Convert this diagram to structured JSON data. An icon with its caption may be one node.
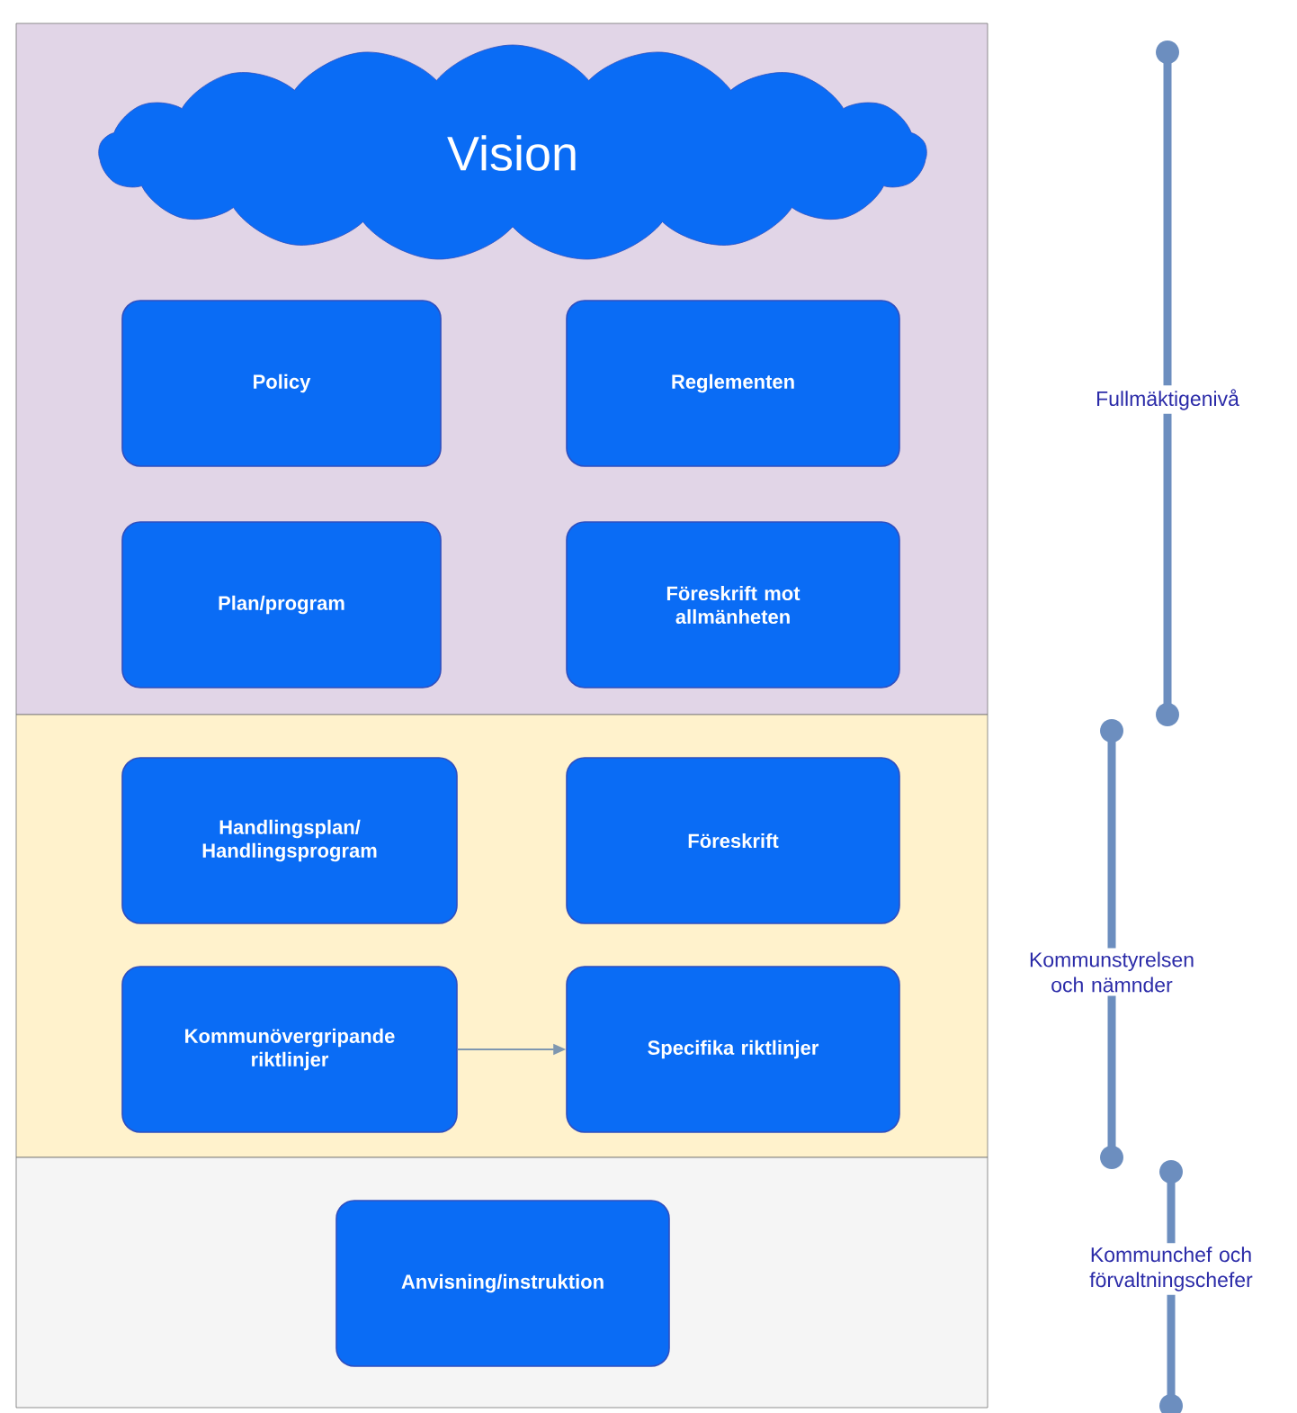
{
  "diagram": {
    "nodes": [
      {
        "text": [],
        "shape": "box"
      },
      {
        "text": [
          "Vision"
        ],
        "in": 0
      },
      {
        "text": [
          "Policy"
        ],
        "in": 0
      },
      {
        "text": [
          "Reglementen"
        ],
        "in": 0
      },
      {
        "text": [
          "Plan/program"
        ],
        "in": 0
      },
      {
        "text": [
          "Föreskrift mot allmänheten"
        ],
        "in": 0
      },
      {
        "text": [],
        "shape": "box"
      },
      {
        "text": [
          "Handlingsplan/ Handlingsprogram"
        ],
        "in": 6
      },
      {
        "text": [
          "Föreskrift"
        ],
        "in": 6
      },
      {
        "text": [
          "Kommunövergripande riktlinjer"
        ],
        "in": 6
      },
      {
        "text": [
          "Specifika riktlinjer"
        ],
        "in": 6
      },
      {
        "text": [],
        "shape": "box"
      },
      {
        "text": [
          "Anvisning/instruktion"
        ],
        "in": 11
      }
    ],
    "edges": [
      {
        "from": 9,
        "to": 10,
        "arrow": "to"
      }
    ],
    "labels": [
      "Fullmäktigenivå",
      "Kommunstyrelsen och nämnder",
      "Kommunchef och förvaltningschefer"
    ]
  }
}
